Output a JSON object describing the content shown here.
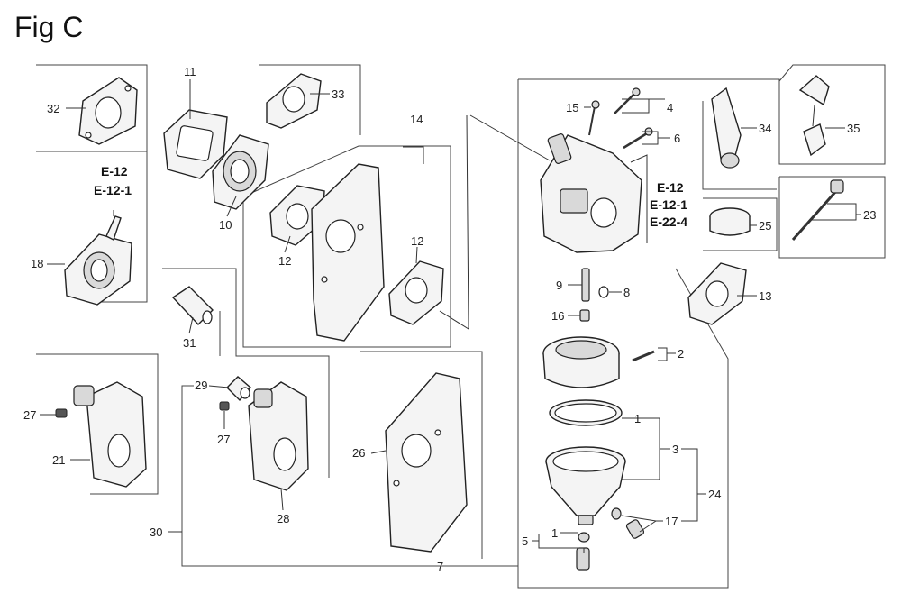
{
  "figure": {
    "title": "Fig C"
  },
  "references": [
    {
      "id": "ref-e12-left",
      "text": "E-12"
    },
    {
      "id": "ref-e121-left",
      "text": "E-12-1"
    },
    {
      "id": "ref-e12-right",
      "text": "E-12"
    },
    {
      "id": "ref-e121-right",
      "text": "E-12-1"
    },
    {
      "id": "ref-e224-right",
      "text": "E-22-4"
    }
  ],
  "callouts": [
    {
      "id": "c32",
      "text": "32"
    },
    {
      "id": "c11",
      "text": "11"
    },
    {
      "id": "c33",
      "text": "33"
    },
    {
      "id": "c14",
      "text": "14"
    },
    {
      "id": "c10",
      "text": "10"
    },
    {
      "id": "c12a",
      "text": "12"
    },
    {
      "id": "c12b",
      "text": "12"
    },
    {
      "id": "c18",
      "text": "18"
    },
    {
      "id": "c31",
      "text": "31"
    },
    {
      "id": "c27a",
      "text": "27"
    },
    {
      "id": "c21",
      "text": "21"
    },
    {
      "id": "c29",
      "text": "29"
    },
    {
      "id": "c27b",
      "text": "27"
    },
    {
      "id": "c28",
      "text": "28"
    },
    {
      "id": "c26",
      "text": "26"
    },
    {
      "id": "c30",
      "text": "30"
    },
    {
      "id": "c7",
      "text": "7"
    },
    {
      "id": "c15",
      "text": "15"
    },
    {
      "id": "c4",
      "text": "4"
    },
    {
      "id": "c6",
      "text": "6"
    },
    {
      "id": "c9",
      "text": "9"
    },
    {
      "id": "c8",
      "text": "8"
    },
    {
      "id": "c16",
      "text": "16"
    },
    {
      "id": "c2",
      "text": "2"
    },
    {
      "id": "c1a",
      "text": "1"
    },
    {
      "id": "c3",
      "text": "3"
    },
    {
      "id": "c24",
      "text": "24"
    },
    {
      "id": "c17",
      "text": "17"
    },
    {
      "id": "c1b",
      "text": "1"
    },
    {
      "id": "c5",
      "text": "5"
    },
    {
      "id": "c34",
      "text": "34"
    },
    {
      "id": "c35",
      "text": "35"
    },
    {
      "id": "c25",
      "text": "25"
    },
    {
      "id": "c23",
      "text": "23"
    },
    {
      "id": "c13",
      "text": "13"
    }
  ]
}
